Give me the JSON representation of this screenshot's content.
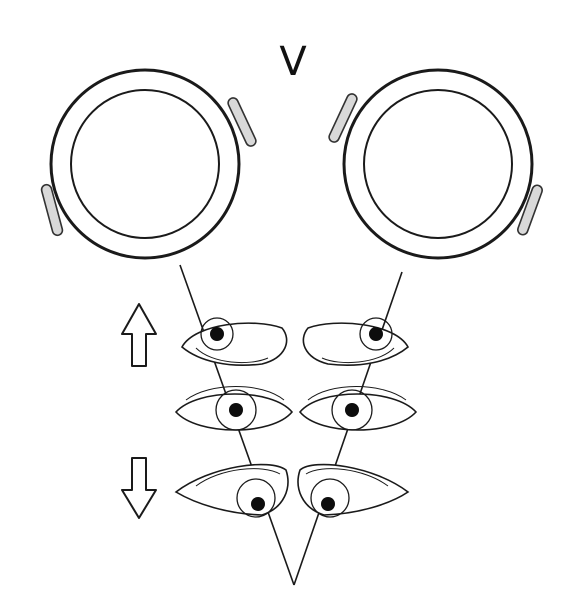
{
  "label": "V",
  "colors": {
    "line": "#1a1a1a",
    "pupil": "#0d0d0d",
    "lens_fill": "#ffffff",
    "tab_fill": "#d9d9d9",
    "background": "#ffffff"
  },
  "icons": {
    "up_arrow": "up-arrow-icon",
    "down_arrow": "down-arrow-icon"
  },
  "eye_rows": [
    "upgaze",
    "primary",
    "downgaze"
  ]
}
